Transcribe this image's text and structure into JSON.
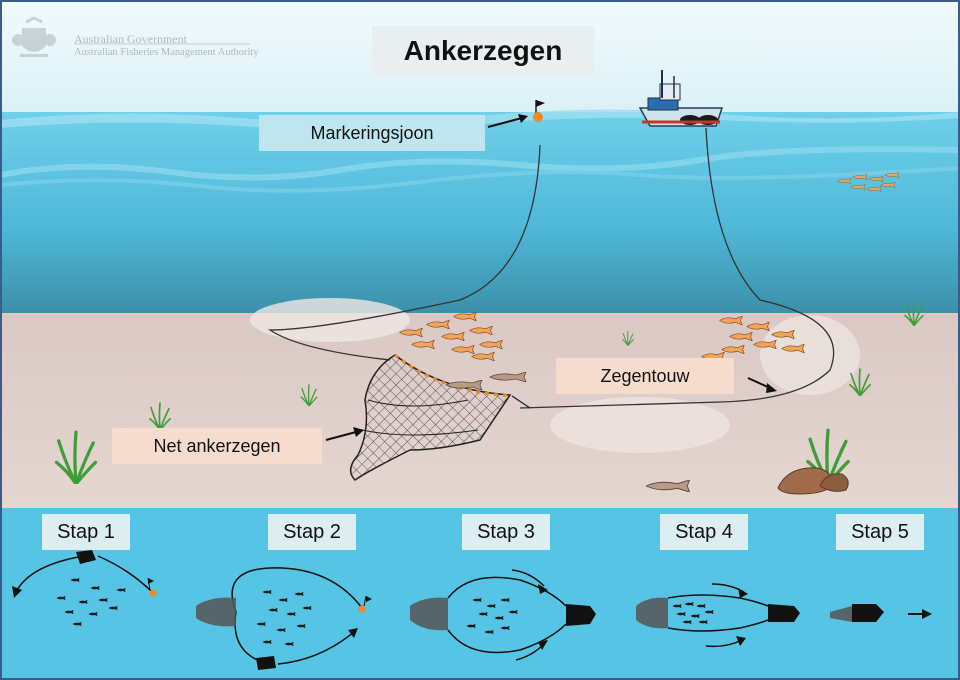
{
  "title": "Ankerzegen",
  "government": {
    "line1": "Australian Government",
    "line2": "Australian Fisheries Management Authority",
    "emblem_icon": "coat-of-arms-icon"
  },
  "callouts": {
    "buoy": "Markeringsjoon",
    "net": "Net ankerzegen",
    "rope": "Zegentouw"
  },
  "steps": [
    "Stap 1",
    "Stap 2",
    "Stap 3",
    "Stap 4",
    "Stap 5"
  ],
  "colors": {
    "sky": "#e6f5f9",
    "water": "#54c2e2",
    "seabed": "#dcc9c4",
    "step_panel": "#56c4e4",
    "float_orange": "#f08a24",
    "frame": "#3a5c8a"
  }
}
